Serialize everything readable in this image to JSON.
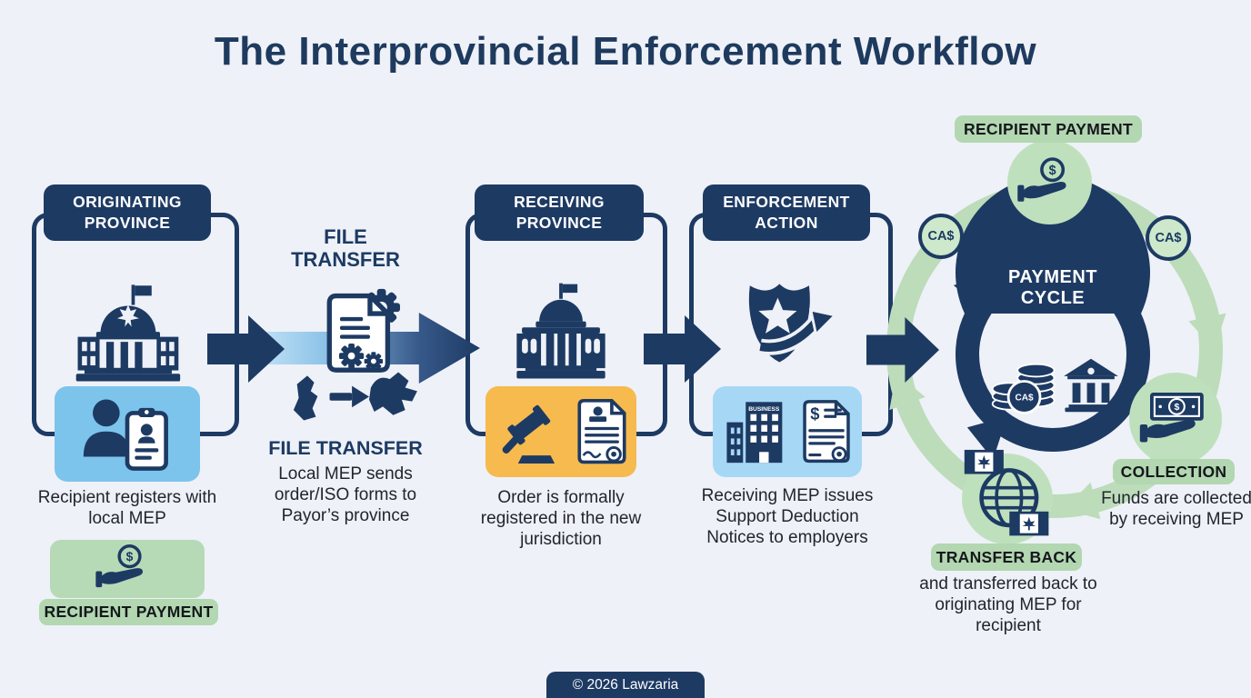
{
  "title": "The Interprovincial Enforcement Workflow",
  "footer": "© 2026 Lawzaria",
  "symbols": {
    "dollar": "$",
    "currency": "CA$"
  },
  "stage_originating": {
    "header": "ORIGINATING PROVINCE",
    "caption": "Recipient registers with local MEP",
    "payment_badge": "RECIPIENT PAYMENT"
  },
  "file_transfer": {
    "label": "FILE TRANSFER",
    "heading": "FILE TRANSFER",
    "caption": "Local MEP sends order/ISO forms to Payor’s province"
  },
  "stage_receiving": {
    "header": "RECEIVING PROVINCE",
    "caption": "Order is formally registered in the new jurisdiction"
  },
  "stage_enforcement": {
    "header": "ENFORCEMENT ACTION",
    "caption": "Receiving MEP issues Support Deduction Notices to employers",
    "building_sign": "BUSINESS"
  },
  "payment_cycle": {
    "center_label": "PAYMENT CYCLE",
    "recipient_badge": "RECIPIENT PAYMENT",
    "collection_badge": "COLLECTION",
    "collection_caption": "Funds are collected by receiving MEP",
    "transfer_badge": "TRANSFER BACK",
    "transfer_caption": "and transferred back to originating MEP for recipient"
  },
  "colors": {
    "navy": "#1d3a63",
    "light_blue": "#7cc4ec",
    "pale_blue": "#a6d8f5",
    "orange": "#f6ba4e",
    "green": "#b7dab6",
    "background": "#eef1f7",
    "text_dark": "#23252c"
  }
}
